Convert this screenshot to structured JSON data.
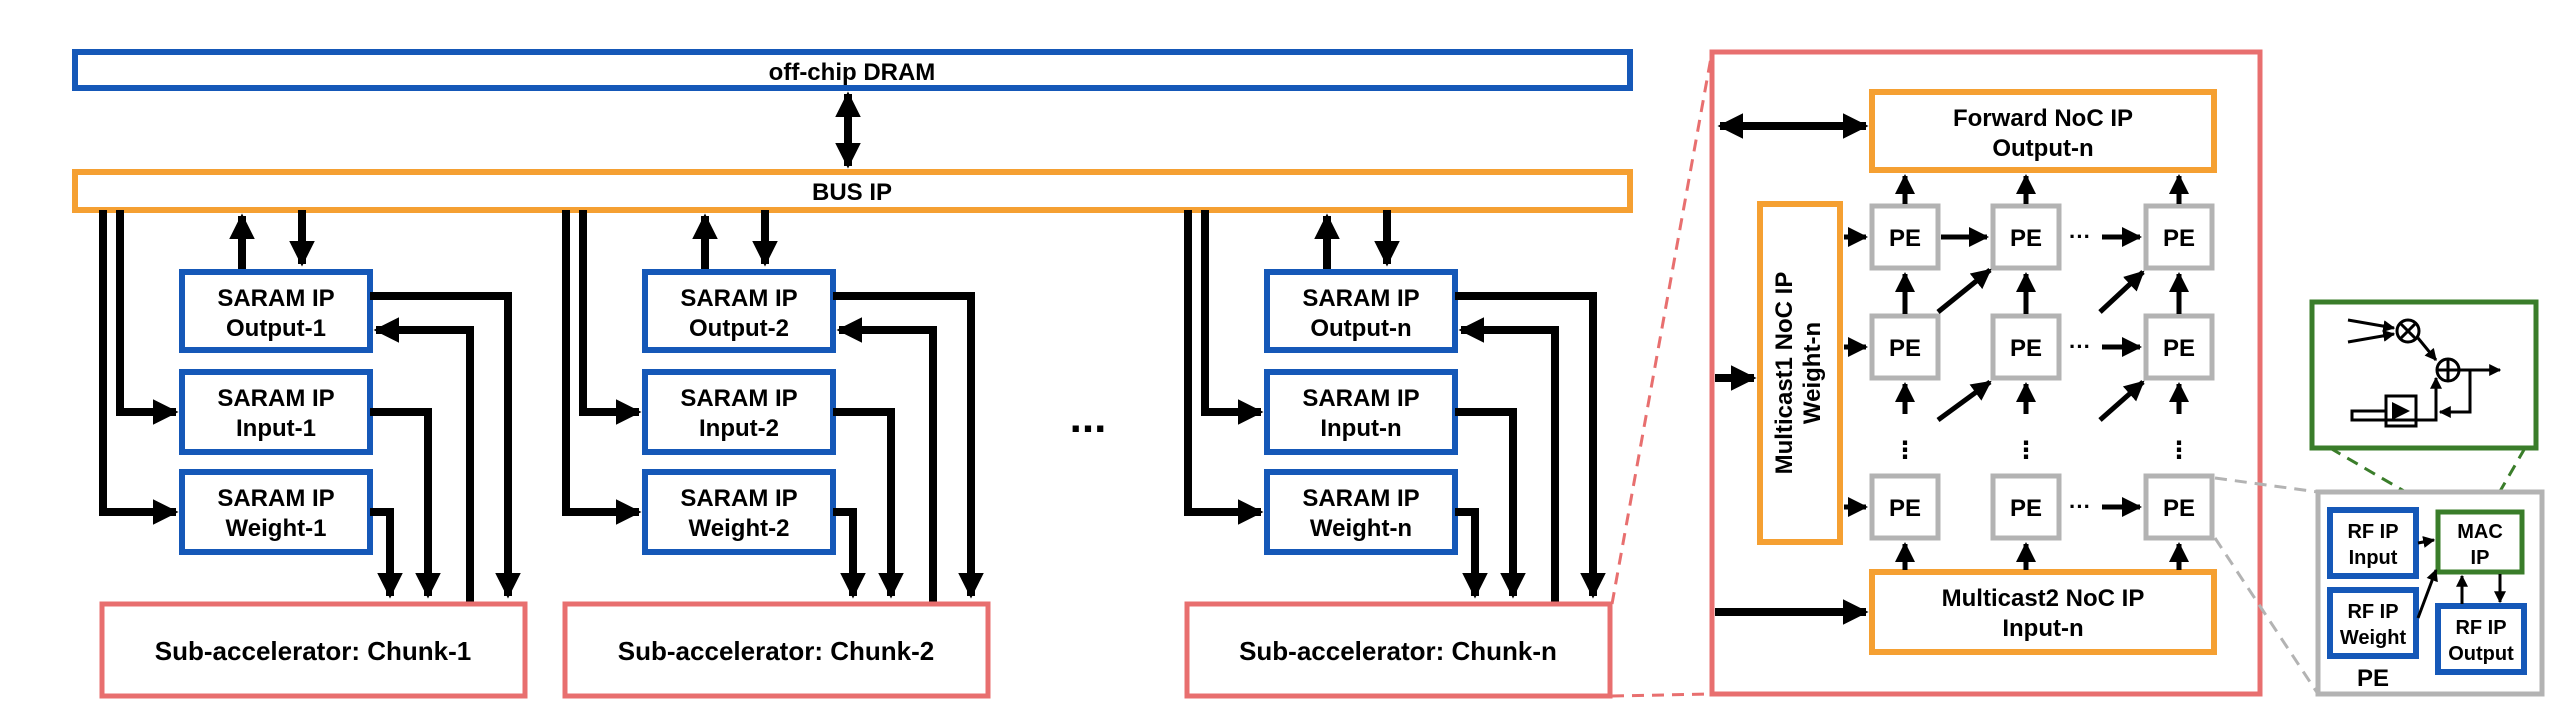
{
  "dram": {
    "label": "off-chip DRAM"
  },
  "bus": {
    "label": "BUS IP"
  },
  "chunks": [
    {
      "output_l1": "SARAM IP",
      "output_l2": "Output-1",
      "input_l1": "SARAM IP",
      "input_l2": "Input-1",
      "weight_l1": "SARAM IP",
      "weight_l2": "Weight-1",
      "sub_label": "Sub-accelerator: Chunk-1"
    },
    {
      "output_l1": "SARAM IP",
      "output_l2": "Output-2",
      "input_l1": "SARAM IP",
      "input_l2": "Input-2",
      "weight_l1": "SARAM IP",
      "weight_l2": "Weight-2",
      "sub_label": "Sub-accelerator: Chunk-2"
    },
    {
      "output_l1": "SARAM IP",
      "output_l2": "Output-n",
      "input_l1": "SARAM IP",
      "input_l2": "Input-n",
      "weight_l1": "SARAM IP",
      "weight_l2": "Weight-n",
      "sub_label": "Sub-accelerator: Chunk-n"
    }
  ],
  "chunk_ellipsis": "...",
  "detail": {
    "forward_noc": {
      "line1": "Forward NoC IP",
      "line2": "Output-n"
    },
    "multicast1": {
      "line1": "Multicast1 NoC IP",
      "line2": "Weight-n"
    },
    "multicast2": {
      "line1": "Multicast2 NoC IP",
      "line2": "Input-n"
    },
    "pe_label": "PE",
    "h_ellipsis": "···",
    "v_ellipsis": "⋮"
  },
  "pe_detail": {
    "rf_input": {
      "line1": "RF IP",
      "line2": "Input"
    },
    "rf_weight": {
      "line1": "RF IP",
      "line2": "Weight"
    },
    "rf_output": {
      "line1": "RF IP",
      "line2": "Output"
    },
    "mac": {
      "line1": "MAC",
      "line2": "IP"
    },
    "caption": "PE"
  }
}
